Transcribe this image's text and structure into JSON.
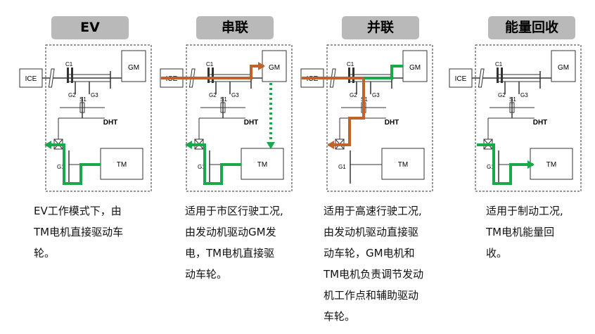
{
  "panels": [
    {
      "mode": "EV",
      "labels": {
        "ice": "ICE",
        "gm": "GM",
        "tm": "TM",
        "dht": "DHT",
        "c1": "C1",
        "g2": "G2",
        "g3": "G3",
        "s1": "S1",
        "g1": "G1"
      },
      "description": [
        "EV工作模式下，由",
        "TM电机直接驱动车",
        "轮。"
      ],
      "flows": [
        {
          "color": "#1aa84a",
          "style": "solid"
        }
      ]
    },
    {
      "mode": "串联",
      "labels": {
        "ice": "ICE",
        "gm": "GM",
        "tm": "TM",
        "dht": "DHT",
        "c1": "C1",
        "g2": "G2",
        "g3": "G3",
        "s1": "S1",
        "g1": "G1"
      },
      "description": [
        "适用于市区行驶工况,",
        "由发动机驱动GM发",
        "电，TM电机直接驱",
        "动车轮。"
      ],
      "flows": [
        {
          "color": "#c0632a",
          "style": "solid"
        },
        {
          "color": "#1aa84a",
          "style": "dotted"
        },
        {
          "color": "#1aa84a",
          "style": "solid"
        }
      ]
    },
    {
      "mode": "并联",
      "labels": {
        "ice": "ICE",
        "gm": "GM",
        "tm": "TM",
        "dht": "DHT",
        "c1": "C1",
        "g2": "G2",
        "g3": "G3",
        "s1": "S1",
        "g1": "G1"
      },
      "description": [
        "适用于高速行驶工况,",
        "由发动机驱动直接驱",
        "动车轮，GM电机和",
        "TM电机负责调节发动",
        "机工作点和辅助驱动",
        "车轮。"
      ],
      "flows": [
        {
          "color": "#c0632a",
          "style": "solid"
        },
        {
          "color": "#1aa84a",
          "style": "solid"
        }
      ]
    },
    {
      "mode": "能量回收",
      "labels": {
        "ice": "ICE",
        "gm": "GM",
        "tm": "TM",
        "dht": "DHT",
        "c1": "C1",
        "g2": "G2",
        "g3": "G3",
        "s1": "S1",
        "g1": "G1"
      },
      "description": [
        "适用于制动工况,",
        "TM电机能量回",
        "收。"
      ],
      "flows": [
        {
          "color": "#1aa84a",
          "style": "solid"
        }
      ]
    }
  ]
}
